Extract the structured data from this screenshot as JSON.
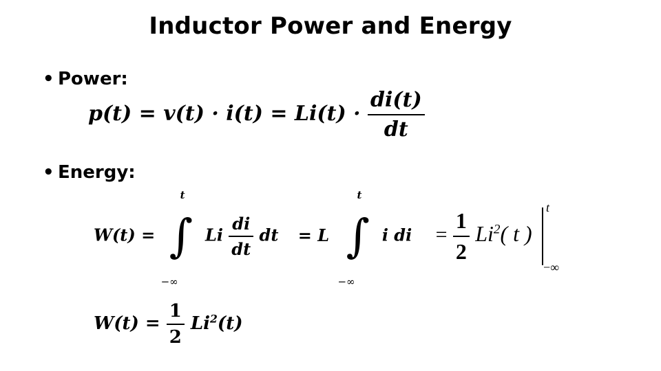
{
  "slide": {
    "title": "Inductor Power and Energy",
    "bullet_1": "Power:",
    "bullet_2": "Energy:",
    "bullet_char": "•"
  },
  "equations": {
    "power_lhs": "p(t) = v(t) · i(t) = Li(t) ·",
    "power_frac_num": "di(t)",
    "power_frac_den": "dt",
    "energy_lhs": "W(t) =",
    "energy_int_upper": "t",
    "energy_int_lower": "−∞",
    "energy_integrand_pre": "Li",
    "energy_frac_num": "di",
    "energy_frac_den": "dt",
    "energy_integrand_post": "dt",
    "energy_mid": "= L",
    "energy_int2_integrand": "i di",
    "energy_eq3_prefix": "=",
    "half_num": "1",
    "half_den": "2",
    "energy_eq3_body": "Li",
    "energy_eq3_sup": "2",
    "energy_eq3_arg": "( t )",
    "eval_upper": "t",
    "eval_lower": "−∞",
    "final_lhs": "W(t) =",
    "final_body": "Li",
    "final_sup": "2",
    "final_arg": "(t)"
  }
}
